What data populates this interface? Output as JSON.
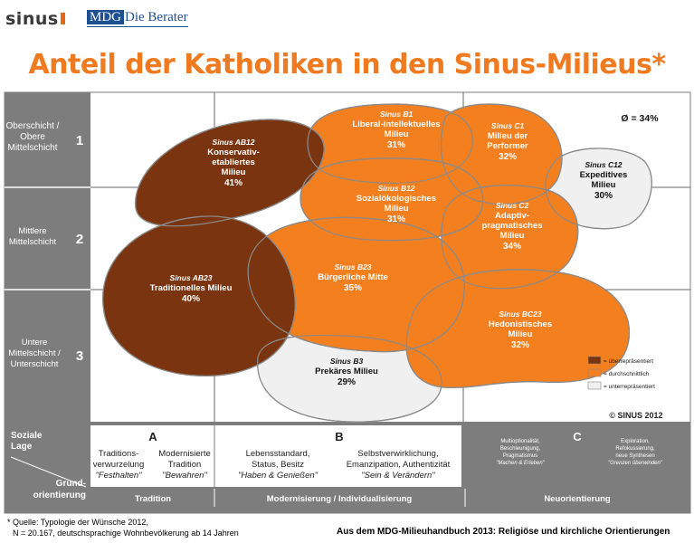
{
  "header": {
    "sinus_logo": "sinus",
    "mdg_logo_mdg": "MDG",
    "mdg_logo_rest": "Die Berater",
    "title": "Anteil der Katholiken in den Sinus-Milieus*"
  },
  "colors": {
    "overrepresented": "#7a3510",
    "average": "#f47f1f",
    "underrepresented": "#f0f0f0",
    "grid_gray": "#7d7d7d",
    "title": "#f07a20"
  },
  "rows": [
    {
      "label_lines": [
        "Oberschicht /",
        "Obere",
        "Mittelschicht"
      ],
      "number": "1"
    },
    {
      "label_lines": [
        "Mittlere",
        "Mittelschicht"
      ],
      "number": "2"
    },
    {
      "label_lines": [
        "Untere",
        "Mittelschicht /",
        "Unterschicht"
      ],
      "number": "3"
    }
  ],
  "average_note": "Ø = 34%",
  "copyright": "© SINUS 2012",
  "legend": [
    {
      "label": "= überrepräsentiert",
      "color": "#7a3510"
    },
    {
      "label": "= durchschnittlich",
      "color": "#f47f1f"
    },
    {
      "label": "= unterrepräsentiert",
      "color": "#f0f0f0"
    }
  ],
  "milieus": [
    {
      "code": "Sinus AB12",
      "name_lines": [
        "Konservativ-",
        "etabliertes",
        "Milieu"
      ],
      "share": "41%",
      "category": "overrepresented"
    },
    {
      "code": "Sinus B1",
      "name_lines": [
        "Liberal-intellektuelles",
        "Milieu"
      ],
      "share": "31%",
      "category": "average"
    },
    {
      "code": "Sinus C1",
      "name_lines": [
        "Milieu der",
        "Performer"
      ],
      "share": "32%",
      "category": "average"
    },
    {
      "code": "Sinus C12",
      "name_lines": [
        "Expeditives",
        "Milieu"
      ],
      "share": "30%",
      "category": "underrepresented"
    },
    {
      "code": "Sinus B12",
      "name_lines": [
        "Sozialökologisches",
        "Milieu"
      ],
      "share": "31%",
      "category": "average"
    },
    {
      "code": "Sinus C2",
      "name_lines": [
        "Adaptiv-",
        "pragmatisches",
        "Milieu"
      ],
      "share": "34%",
      "category": "average"
    },
    {
      "code": "Sinus AB23",
      "name_lines": [
        "Traditionelles Milieu"
      ],
      "share": "40%",
      "category": "overrepresented"
    },
    {
      "code": "Sinus B23",
      "name_lines": [
        "Bürgerliche Mitte"
      ],
      "share": "35%",
      "category": "average"
    },
    {
      "code": "Sinus BC23",
      "name_lines": [
        "Hedonistisches",
        "Milieu"
      ],
      "share": "32%",
      "category": "average"
    },
    {
      "code": "Sinus B3",
      "name_lines": [
        "Prekäres Milieu"
      ],
      "share": "29%",
      "category": "underrepresented"
    }
  ],
  "bottom": {
    "soziale_lage_lines": [
      "Soziale",
      "Lage"
    ],
    "grund_lines": [
      "Grund-",
      "orientierung"
    ],
    "sections": [
      {
        "letter": "A",
        "items": [
          {
            "lines": [
              "Traditions-",
              "verwurzelung"
            ],
            "italic": "\"Festhalten\""
          },
          {
            "lines": [
              "Modernisierte",
              "Tradition"
            ],
            "italic": "\"Bewahren\""
          }
        ],
        "band": "Tradition"
      },
      {
        "letter": "B",
        "items": [
          {
            "lines": [
              "Lebensstandard,",
              "Status, Besitz"
            ],
            "italic": "\"Haben & Genießen\""
          },
          {
            "lines": [
              "Selbstverwirklichung,",
              "Emanzipation, Authentizität"
            ],
            "italic": "\"Sein & Verändern\""
          }
        ],
        "band": "Modernisierung / Individualisierung"
      },
      {
        "letter": "C",
        "items": [
          {
            "lines": [
              "Multioptionalität,",
              "Beschleunigung,",
              "Pragmatismus"
            ],
            "italic": "\"Machen & Erleben\""
          },
          {
            "lines": [
              "Exploration,",
              "Refokussierung,",
              "neue Synthesen"
            ],
            "italic": "\"Grenzen überwinden\""
          }
        ],
        "band": "Neuorientierung"
      }
    ]
  },
  "footnote_lines": [
    "* Quelle: Typologie der Wünsche 2012,",
    "N = 20.167, deutschsprachige Wohnbevölkerung ab 14 Jahren"
  ],
  "source_text": "Aus dem MDG-Milieuhandbuch 2013: Religiöse und kirchliche Orientierungen"
}
